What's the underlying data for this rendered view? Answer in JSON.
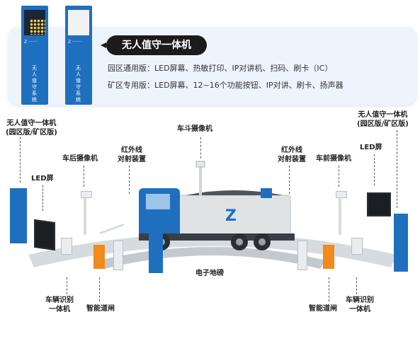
{
  "panel": {
    "title": "无人值守一体机",
    "spec1": "园区通用版：LED屏幕、热敏打印、IP对讲机、扫码、刷卡（IC）",
    "spec2": "矿区专用版：LED屏幕、12~16个功能按钮、IP对讲、刷卡、扬声器",
    "kiosk_vertical_text": "无人值守系统"
  },
  "labels": {
    "kiosk_left_1": "无人值守一体机",
    "kiosk_left_2": "(园区版/矿区版)",
    "kiosk_right_1": "无人值守一体机",
    "kiosk_right_2": "(园区版/矿区版)",
    "rear_camera": "车后摄像机",
    "front_camera": "车前摄像机",
    "led_left": "LED屏",
    "led_right": "LED屏",
    "ir_left_1": "红外线",
    "ir_left_2": "对射装置",
    "ir_right_1": "红外线",
    "ir_right_2": "对射装置",
    "bucket_camera": "车斗摄像机",
    "scale": "电子地磅",
    "lpr_left_1": "车辆识别",
    "lpr_left_2": "一体机",
    "lpr_right_1": "车辆识别",
    "lpr_right_2": "一体机",
    "gate_left": "智能道闸",
    "gate_right": "智能道闸"
  },
  "colors": {
    "blue": "#1f6fbf",
    "orange": "#f28a1c",
    "dark": "#1b1b1b"
  }
}
